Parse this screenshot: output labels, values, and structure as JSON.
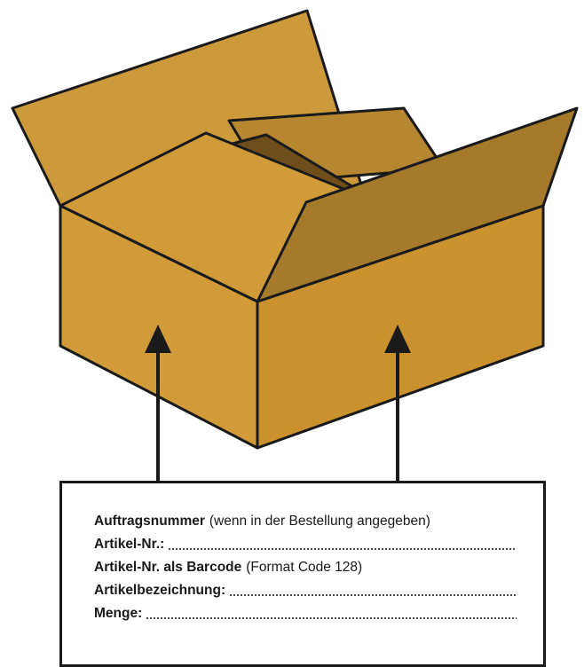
{
  "label": {
    "lines": [
      {
        "bold": "Auftragsnummer",
        "note": "(wenn in der Bestellung angegeben)"
      },
      {
        "bold": "Artikel-Nr.:",
        "note": ""
      },
      {
        "bold": "Artikel-Nr. als Barcode",
        "note": "(Format Code 128)"
      },
      {
        "bold": "Artikelbezeichnung:",
        "note": ""
      },
      {
        "bold": "Menge:",
        "note": ""
      }
    ]
  },
  "colors": {
    "box_side_left": "#D19B3A",
    "box_side_right": "#C9922F",
    "box_flap": "#CC9A3B",
    "box_flap_dark": "#A57A2A",
    "box_inner_shadow": "#6E4F1C",
    "outline": "#1a1a1a"
  }
}
